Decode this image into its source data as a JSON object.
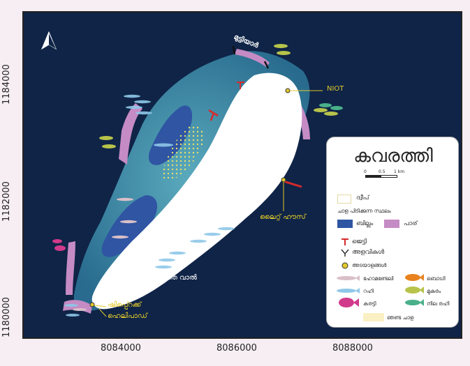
{
  "map": {
    "y_axis_labels": [
      "1184000",
      "1182000",
      "1180000"
    ],
    "x_axis_labels": [
      "8084000",
      "8086000",
      "8088000"
    ],
    "north_arrow_icon": "north-arrow-icon",
    "scale_annotation": "1:60,000"
  },
  "places": {
    "top": "മുട്ടിയാർ",
    "niot": "NIOT",
    "lighthouse": "ലൈറ്റ് ഹൗസ്",
    "wall": "മുറിഞ്ഞ വാൽ",
    "shipwreck": "ഷിപ്പ്റെക്ക്",
    "helipad": "ഹെലിപാഡ്"
  },
  "legend": {
    "title": "കവരത്തി",
    "scale_labels": [
      "0",
      "0.5",
      "1 km"
    ],
    "island": "ദ്വീപ്",
    "fishing_area": "ചാള പിടിക്കുന്ന സ്ഥലം",
    "billam": "ബില്ലം",
    "paar": "പാര്",
    "jetty": "ജെട്ടി",
    "dam": "അളവികൾ",
    "landmarks": "അടയാളങ്ങൾ",
    "hawk": "ഹോമണ്ടേലി",
    "bodhi": "ബൊധി",
    "rahi": "റഹി",
    "mukuram": "മുകുരം",
    "kanthi": "കരട്ടി",
    "nila_rahi": "നില രഹി",
    "chala": "ഞണ്ട ചാള"
  },
  "colors": {
    "ocean": "#0f2447",
    "lagoon": "#3d8ea8",
    "island": "#ffffff",
    "reef_flat": "#c58bc4",
    "billam": "#2f55a3",
    "chala_zone": "#e8e06a",
    "label_yellow": "#e2c92a",
    "jetty_red": "#d62b2b",
    "fish_rahi": "#8fc7e8",
    "fish_mukuram": "#b7c34a",
    "fish_kanthi": "#d13a8a",
    "fish_bodhi": "#e8821e",
    "fish_hawk": "#d9bfc9",
    "fish_nila": "#49b08a"
  }
}
